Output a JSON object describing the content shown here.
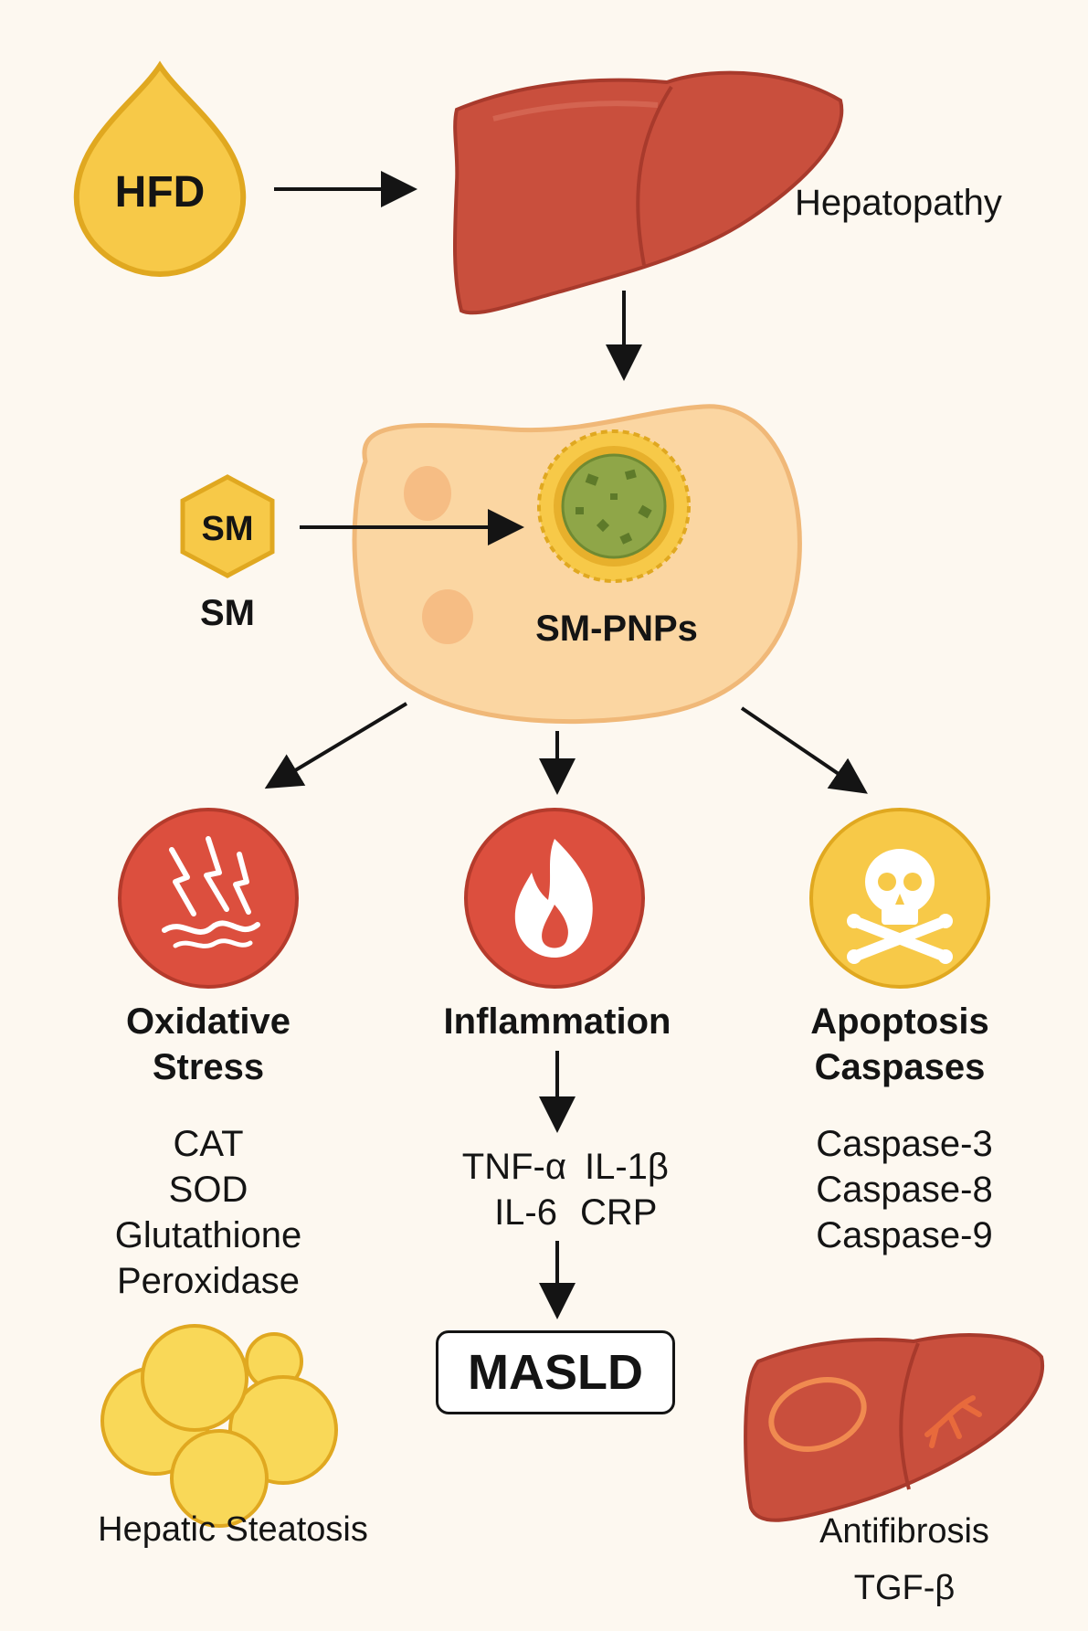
{
  "inputs": {
    "hfd": "HFD",
    "sm_badge": "SM",
    "sm_label": "SM"
  },
  "liver": {
    "label": "Hepatopathy"
  },
  "cell": {
    "nanoparticle_label": "SM-PNPs"
  },
  "pathways": {
    "oxidative": {
      "title_line1": "Oxidative",
      "title_line2": "Stress",
      "markers": [
        "CAT",
        "SOD",
        "Glutathione",
        "Peroxidase"
      ]
    },
    "inflammation": {
      "title": "Inflammation",
      "markers": [
        "TNF-α",
        "IL-1β",
        "IL-6",
        "CRP"
      ]
    },
    "apoptosis": {
      "title_line1": "Apoptosis",
      "title_line2": "Caspases",
      "markers": [
        "Caspase-3",
        "Caspase-8",
        "Caspase-9"
      ]
    }
  },
  "outcomes": {
    "masld": "MASLD",
    "steatosis": "Hepatic Steatosis",
    "antifibrosis": "Antifibrosis",
    "tgf": "TGF-β"
  },
  "colors": {
    "background": "#fdf8f0",
    "liver": "#c94f3d",
    "liver_dark": "#a83a2c",
    "yellow": "#f7c948",
    "yellow_dark": "#e0a820",
    "red_circle": "#dc4f3e",
    "cell_fill": "#fbd6a2",
    "cell_stroke": "#f0b878",
    "nanoparticle": "#8fa648"
  },
  "icons": [
    "drop-icon",
    "liver-icon",
    "hexagon-icon",
    "nanoparticle-icon",
    "lightning-icon",
    "flame-icon",
    "skull-crossbones-icon",
    "fat-droplets-icon",
    "fibrotic-liver-icon"
  ]
}
